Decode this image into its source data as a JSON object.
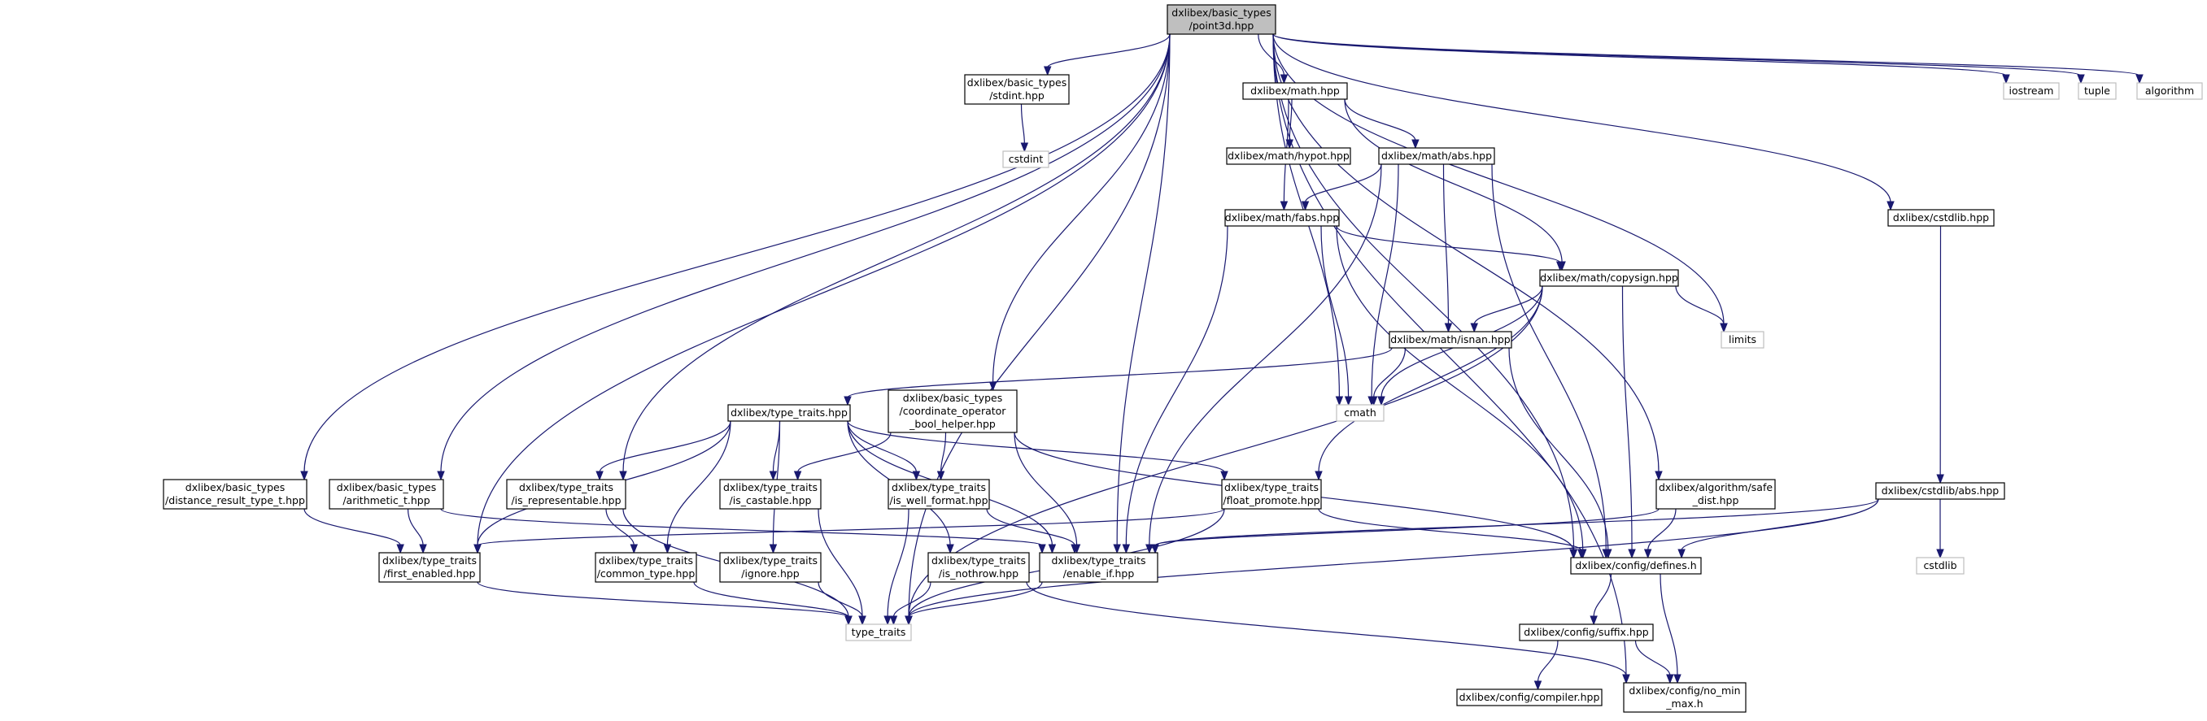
{
  "colors": {
    "edge": "#191970",
    "node_border": "#000000",
    "external_border": "#bfbfbf",
    "root_fill": "#bfbfbf",
    "node_fill": "#ffffff"
  },
  "nodes": [
    {
      "id": "point3d",
      "lines": [
        "dxlibex/basic_types",
        "/point3d.hpp"
      ],
      "kind": "root"
    },
    {
      "id": "stdint_hpp",
      "lines": [
        "dxlibex/basic_types",
        "/stdint.hpp"
      ],
      "kind": "file"
    },
    {
      "id": "cstdint",
      "lines": [
        "cstdint"
      ],
      "kind": "external"
    },
    {
      "id": "math_hpp",
      "lines": [
        "dxlibex/math.hpp"
      ],
      "kind": "file"
    },
    {
      "id": "hypot",
      "lines": [
        "dxlibex/math/hypot.hpp"
      ],
      "kind": "file"
    },
    {
      "id": "abs_hpp",
      "lines": [
        "dxlibex/math/abs.hpp"
      ],
      "kind": "file"
    },
    {
      "id": "fabs",
      "lines": [
        "dxlibex/math/fabs.hpp"
      ],
      "kind": "file"
    },
    {
      "id": "copysign",
      "lines": [
        "dxlibex/math/copysign.hpp"
      ],
      "kind": "file"
    },
    {
      "id": "isnan",
      "lines": [
        "dxlibex/math/isnan.hpp"
      ],
      "kind": "file"
    },
    {
      "id": "cmath",
      "lines": [
        "cmath"
      ],
      "kind": "external"
    },
    {
      "id": "limits",
      "lines": [
        "limits"
      ],
      "kind": "external"
    },
    {
      "id": "iostream",
      "lines": [
        "iostream"
      ],
      "kind": "external"
    },
    {
      "id": "tuple",
      "lines": [
        "tuple"
      ],
      "kind": "external"
    },
    {
      "id": "algorithm",
      "lines": [
        "algorithm"
      ],
      "kind": "external"
    },
    {
      "id": "cstdlib_hpp",
      "lines": [
        "dxlibex/cstdlib.hpp"
      ],
      "kind": "file"
    },
    {
      "id": "cstdlib_abs",
      "lines": [
        "dxlibex/cstdlib/abs.hpp"
      ],
      "kind": "file"
    },
    {
      "id": "cstdlib",
      "lines": [
        "cstdlib"
      ],
      "kind": "external"
    },
    {
      "id": "type_traits_hpp",
      "lines": [
        "dxlibex/type_traits.hpp"
      ],
      "kind": "file"
    },
    {
      "id": "coord_op",
      "lines": [
        "dxlibex/basic_types",
        "/coordinate_operator",
        "_bool_helper.hpp"
      ],
      "kind": "file"
    },
    {
      "id": "dist_result",
      "lines": [
        "dxlibex/basic_types",
        "/distance_result_type_t.hpp"
      ],
      "kind": "file"
    },
    {
      "id": "arith",
      "lines": [
        "dxlibex/basic_types",
        "/arithmetic_t.hpp"
      ],
      "kind": "file"
    },
    {
      "id": "is_repr",
      "lines": [
        "dxlibex/type_traits",
        "/is_representable.hpp"
      ],
      "kind": "file"
    },
    {
      "id": "is_castable",
      "lines": [
        "dxlibex/type_traits",
        "/is_castable.hpp"
      ],
      "kind": "file"
    },
    {
      "id": "is_well_format",
      "lines": [
        "dxlibex/type_traits",
        "/is_well_format.hpp"
      ],
      "kind": "file"
    },
    {
      "id": "float_promote",
      "lines": [
        "dxlibex/type_traits",
        "/float_promote.hpp"
      ],
      "kind": "file"
    },
    {
      "id": "safe_dist",
      "lines": [
        "dxlibex/algorithm/safe",
        "_dist.hpp"
      ],
      "kind": "file"
    },
    {
      "id": "first_enabled",
      "lines": [
        "dxlibex/type_traits",
        "/first_enabled.hpp"
      ],
      "kind": "file"
    },
    {
      "id": "common_type",
      "lines": [
        "dxlibex/type_traits",
        "/common_type.hpp"
      ],
      "kind": "file"
    },
    {
      "id": "ignore",
      "lines": [
        "dxlibex/type_traits",
        "/ignore.hpp"
      ],
      "kind": "file"
    },
    {
      "id": "is_nothrow",
      "lines": [
        "dxlibex/type_traits",
        "/is_nothrow.hpp"
      ],
      "kind": "file"
    },
    {
      "id": "enable_if",
      "lines": [
        "dxlibex/type_traits",
        "/enable_if.hpp"
      ],
      "kind": "file"
    },
    {
      "id": "defines",
      "lines": [
        "dxlibex/config/defines.h"
      ],
      "kind": "file"
    },
    {
      "id": "type_traits",
      "lines": [
        "type_traits"
      ],
      "kind": "external"
    },
    {
      "id": "suffix",
      "lines": [
        "dxlibex/config/suffix.hpp"
      ],
      "kind": "file"
    },
    {
      "id": "compiler",
      "lines": [
        "dxlibex/config/compiler.hpp"
      ],
      "kind": "file"
    },
    {
      "id": "no_min_max",
      "lines": [
        "dxlibex/config/no_min",
        "_max.h"
      ],
      "kind": "file"
    }
  ],
  "edges": [
    [
      "point3d",
      "stdint_hpp"
    ],
    [
      "point3d",
      "math_hpp"
    ],
    [
      "point3d",
      "iostream"
    ],
    [
      "point3d",
      "tuple"
    ],
    [
      "point3d",
      "algorithm"
    ],
    [
      "point3d",
      "cstdlib_hpp"
    ],
    [
      "point3d",
      "limits"
    ],
    [
      "point3d",
      "cmath"
    ],
    [
      "point3d",
      "coord_op"
    ],
    [
      "point3d",
      "enable_if"
    ],
    [
      "point3d",
      "dist_result"
    ],
    [
      "point3d",
      "arith"
    ],
    [
      "point3d",
      "is_repr"
    ],
    [
      "point3d",
      "first_enabled"
    ],
    [
      "point3d",
      "type_traits"
    ],
    [
      "point3d",
      "safe_dist"
    ],
    [
      "point3d",
      "defines"
    ],
    [
      "point3d",
      "no_min_max"
    ],
    [
      "stdint_hpp",
      "cstdint"
    ],
    [
      "math_hpp",
      "hypot"
    ],
    [
      "math_hpp",
      "abs_hpp"
    ],
    [
      "math_hpp",
      "fabs"
    ],
    [
      "math_hpp",
      "copysign"
    ],
    [
      "abs_hpp",
      "fabs"
    ],
    [
      "abs_hpp",
      "cmath"
    ],
    [
      "abs_hpp",
      "isnan"
    ],
    [
      "abs_hpp",
      "enable_if"
    ],
    [
      "abs_hpp",
      "defines"
    ],
    [
      "fabs",
      "copysign"
    ],
    [
      "fabs",
      "cmath"
    ],
    [
      "fabs",
      "enable_if"
    ],
    [
      "fabs",
      "defines"
    ],
    [
      "copysign",
      "isnan"
    ],
    [
      "copysign",
      "limits"
    ],
    [
      "copysign",
      "cmath"
    ],
    [
      "copysign",
      "float_promote"
    ],
    [
      "copysign",
      "type_traits"
    ],
    [
      "copysign",
      "defines"
    ],
    [
      "isnan",
      "cmath"
    ],
    [
      "isnan",
      "type_traits_hpp"
    ],
    [
      "isnan",
      "defines"
    ],
    [
      "cstdlib_hpp",
      "cstdlib_abs"
    ],
    [
      "cstdlib_abs",
      "cstdlib"
    ],
    [
      "cstdlib_abs",
      "enable_if"
    ],
    [
      "cstdlib_abs",
      "defines"
    ],
    [
      "cstdlib_abs",
      "type_traits"
    ],
    [
      "type_traits_hpp",
      "first_enabled"
    ],
    [
      "type_traits_hpp",
      "is_repr"
    ],
    [
      "type_traits_hpp",
      "is_castable"
    ],
    [
      "type_traits_hpp",
      "is_well_format"
    ],
    [
      "type_traits_hpp",
      "float_promote"
    ],
    [
      "type_traits_hpp",
      "common_type"
    ],
    [
      "type_traits_hpp",
      "ignore"
    ],
    [
      "type_traits_hpp",
      "is_nothrow"
    ],
    [
      "type_traits_hpp",
      "enable_if"
    ],
    [
      "coord_op",
      "is_castable"
    ],
    [
      "coord_op",
      "is_well_format"
    ],
    [
      "coord_op",
      "enable_if"
    ],
    [
      "coord_op",
      "defines"
    ],
    [
      "dist_result",
      "first_enabled"
    ],
    [
      "arith",
      "first_enabled"
    ],
    [
      "arith",
      "enable_if"
    ],
    [
      "is_repr",
      "common_type"
    ],
    [
      "is_repr",
      "type_traits"
    ],
    [
      "is_castable",
      "type_traits"
    ],
    [
      "is_well_format",
      "type_traits"
    ],
    [
      "is_well_format",
      "enable_if"
    ],
    [
      "float_promote",
      "first_enabled"
    ],
    [
      "float_promote",
      "type_traits"
    ],
    [
      "float_promote",
      "defines"
    ],
    [
      "safe_dist",
      "enable_if"
    ],
    [
      "safe_dist",
      "defines"
    ],
    [
      "first_enabled",
      "type_traits"
    ],
    [
      "common_type",
      "type_traits"
    ],
    [
      "ignore",
      "type_traits"
    ],
    [
      "is_nothrow",
      "type_traits"
    ],
    [
      "is_nothrow",
      "no_min_max"
    ],
    [
      "enable_if",
      "type_traits"
    ],
    [
      "defines",
      "suffix"
    ],
    [
      "defines",
      "no_min_max"
    ],
    [
      "suffix",
      "compiler"
    ],
    [
      "suffix",
      "no_min_max"
    ]
  ]
}
